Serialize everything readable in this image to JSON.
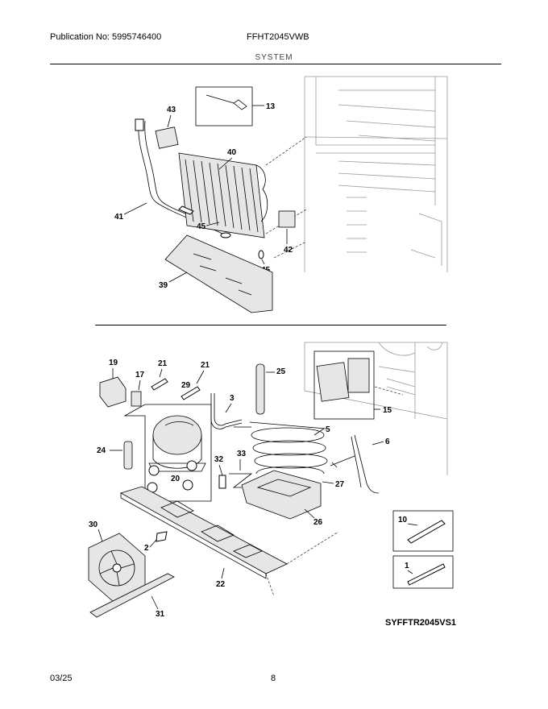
{
  "header": {
    "publication": "Publication No: 5995746400",
    "model": "FFHT2045VWB",
    "section": "SYSTEM"
  },
  "footer": {
    "date": "03/25",
    "page": "8",
    "diagram_code": "SYFFTR2045VS1"
  },
  "callouts": {
    "c1": "1",
    "c2": "2",
    "c3": "3",
    "c5": "5",
    "c6": "6",
    "c10": "10",
    "c13": "13",
    "c15": "15",
    "c17": "17",
    "c19": "19",
    "c20": "20",
    "c21a": "21",
    "c21b": "21",
    "c22": "22",
    "c24": "24",
    "c25": "25",
    "c26": "26",
    "c27": "27",
    "c29": "29",
    "c30": "30",
    "c31": "31",
    "c32": "32",
    "c33": "33",
    "c39": "39",
    "c40": "40",
    "c41": "41",
    "c42": "42",
    "c43": "43",
    "c45a": "45",
    "c45b": "45"
  }
}
